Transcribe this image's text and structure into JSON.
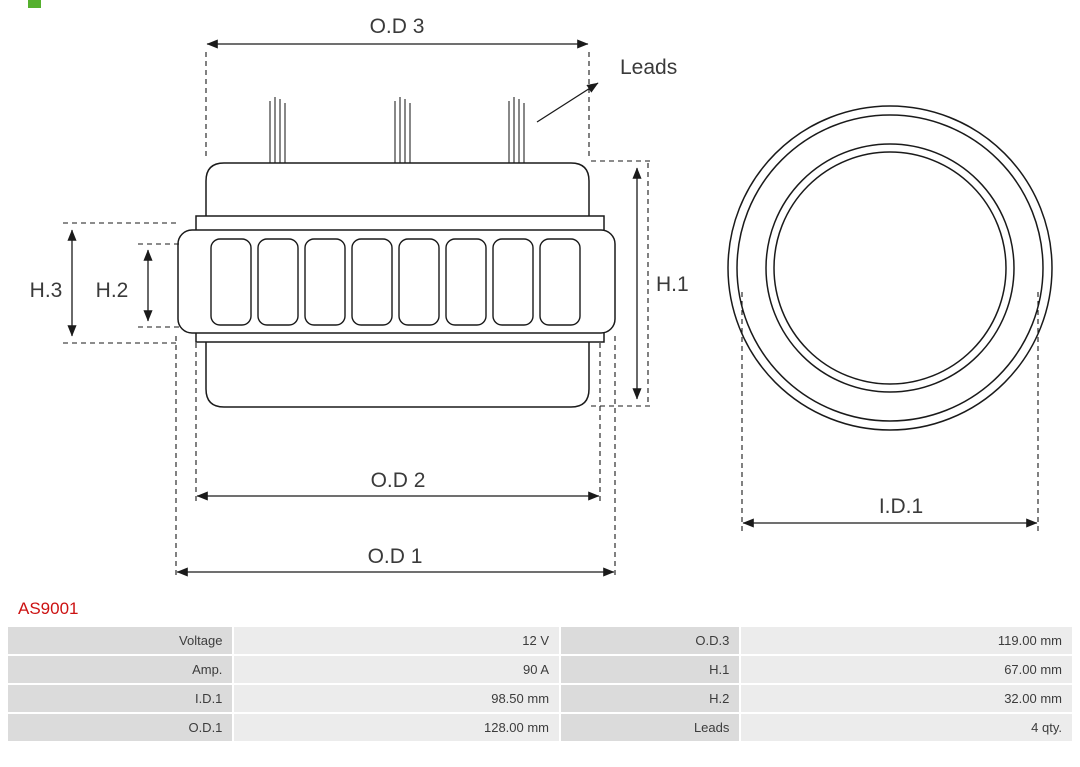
{
  "page": {
    "background": "#ffffff"
  },
  "brand": {
    "accent_square_color": "#55b02e"
  },
  "part_number": "AS9001",
  "diagram": {
    "labels": {
      "od3": "O.D 3",
      "leads": "Leads",
      "h1": "H.1",
      "h3": "H.3",
      "h2": "H.2",
      "od2": "O.D 2",
      "od1": "O.D 1",
      "id1": "I.D.1"
    }
  },
  "specs": {
    "rows": [
      {
        "label1": "Voltage",
        "value1": "12 V",
        "label2": "O.D.3",
        "value2": "119.00 mm"
      },
      {
        "label1": "Amp.",
        "value1": "90 A",
        "label2": "H.1",
        "value2": "67.00 mm"
      },
      {
        "label1": "I.D.1",
        "value1": "98.50 mm",
        "label2": "H.2",
        "value2": "32.00 mm"
      },
      {
        "label1": "O.D.1",
        "value1": "128.00 mm",
        "label2": "Leads",
        "value2": "4 qty."
      }
    ]
  },
  "colors": {
    "part_number_red": "#cc1212",
    "diagram_lines": "#1a1a1a",
    "table_label_bg": "#dbdbdb",
    "table_value_bg": "#ececec"
  }
}
